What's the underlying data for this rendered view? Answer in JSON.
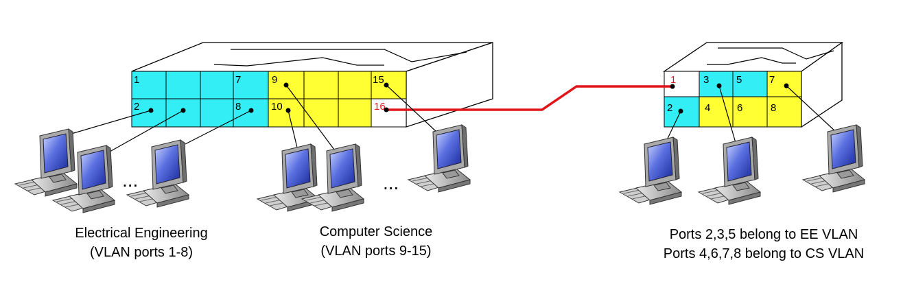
{
  "colors": {
    "ee_vlan": "#33eff5",
    "cs_vlan": "#ffff33",
    "unassigned": "#ffffff",
    "trunk": "#e0161b",
    "outline": "#000000"
  },
  "left_switch": {
    "port_labels": {
      "p1": "1",
      "p2": "2",
      "p7": "7",
      "p8": "8",
      "p9": "9",
      "p10": "10",
      "p15": "15",
      "p16": "16"
    },
    "ellipsis_ee": "...",
    "ellipsis_cs": "..."
  },
  "right_switch": {
    "port_labels": {
      "p1": "1",
      "p2": "2",
      "p3": "3",
      "p4": "4",
      "p5": "5",
      "p6": "6",
      "p7": "7",
      "p8": "8"
    }
  },
  "captions": {
    "ee_line1": "Electrical Engineering",
    "ee_line2": "(VLAN ports 1-8)",
    "cs_line1": "Computer Science",
    "cs_line2": "(VLAN ports 9-15)",
    "right_line1": "Ports 2,3,5 belong to EE VLAN",
    "right_line2": "Ports 4,6,7,8 belong to CS VLAN"
  },
  "icons": {
    "computer": "desktop-computer-icon",
    "switch": "switch-icon"
  }
}
